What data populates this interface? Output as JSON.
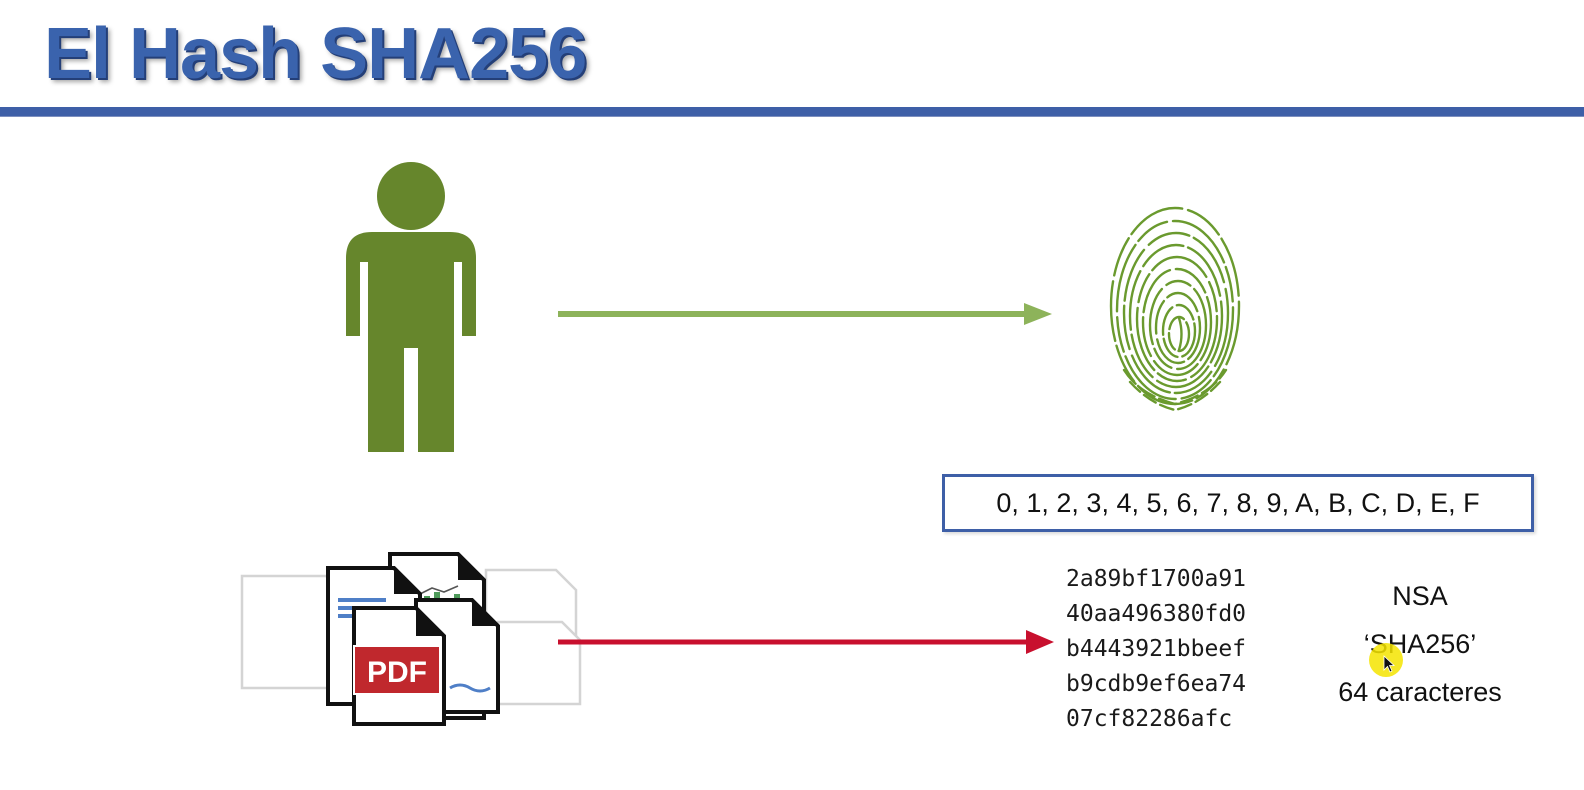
{
  "slide": {
    "title": "El Hash SHA256"
  },
  "icons": {
    "person": "person-icon",
    "fingerprint": "fingerprint-icon",
    "documents": "pdf-documents-icon",
    "cursor": "mouse-pointer-icon"
  },
  "colors": {
    "title": "#3a63ad",
    "rule": "#3e5fa7",
    "person": "#66862c",
    "fingerprint": "#6a9a2e",
    "green_arrow": "#8db35a",
    "red_arrow": "#c8102e",
    "pdf_badge": "#c0282d",
    "highlight": "#f5e400"
  },
  "hex_alphabet": "0, 1, 2, 3, 4, 5, 6, 7, 8, 9, A, B, C, D, E, F",
  "documents": {
    "badge": "PDF"
  },
  "hash_lines": [
    "2a89bf1700a91",
    "40aa496380fd0",
    "b4443921bbeef",
    "b9cdb9ef6ea74",
    "07cf82286afc"
  ],
  "labels": {
    "agency": "NSA",
    "algorithm": "‘SHA256’",
    "length": "64 caracteres"
  }
}
